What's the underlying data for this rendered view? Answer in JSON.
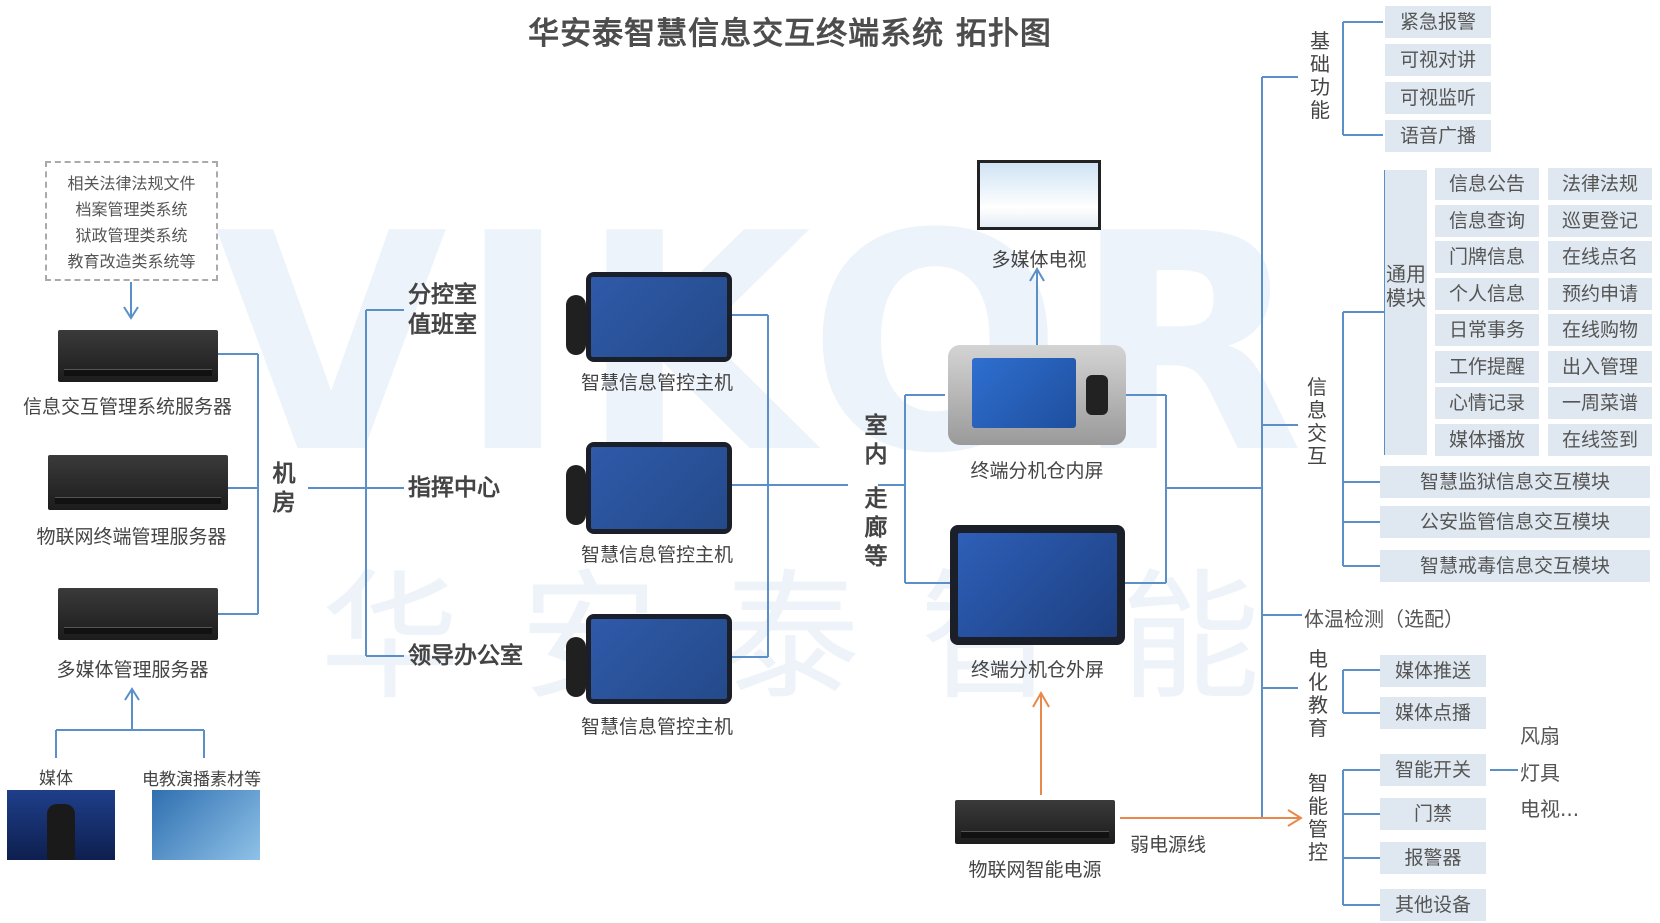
{
  "title": "华安泰智慧信息交互终端系统 拓扑图",
  "watermark": {
    "latin": "VIKOR",
    "chinese": "华安泰智能"
  },
  "external_systems": [
    "相关法律法规文件",
    "档案管理类系统",
    "狱政管理类系统",
    "教育改造类系统等"
  ],
  "servers": [
    "信息交互管理系统服务器",
    "物联网终端管理服务器",
    "多媒体管理服务器"
  ],
  "machine_room": "机房",
  "media": {
    "left": "媒体",
    "right": "电教演播素材等"
  },
  "control_rooms": [
    "分控室\n值班室",
    "指挥中心",
    "领导办公室"
  ],
  "host_label": "智慧信息管控主机",
  "corridor": {
    "top": "室内",
    "bottom": "走廊等"
  },
  "tv_label": "多媒体电视",
  "inner_screen": "终端分机仓内屏",
  "outer_screen": "终端分机仓外屏",
  "power_label": "物联网智能电源",
  "weak_line": "弱电源线",
  "groups": {
    "basic": {
      "label": "基础功能",
      "items": [
        "紧急报警",
        "可视对讲",
        "可视监听",
        "语音广播"
      ]
    },
    "info": {
      "label": "信息交互"
    },
    "general": {
      "label": "通用模块",
      "col1": [
        "信息公告",
        "信息查询",
        "门牌信息",
        "个人信息",
        "日常事务",
        "工作提醒",
        "心情记录",
        "媒体播放"
      ],
      "col2": [
        "法律法规",
        "巡更登记",
        "在线点名",
        "预约申请",
        "在线购物",
        "出入管理",
        "一周菜谱",
        "在线签到"
      ]
    },
    "modules": [
      "智慧监狱信息交互模块",
      "公安监管信息交互模块",
      "智慧戒毒信息交互模块"
    ],
    "temp": "体温检测（选配）",
    "edu": {
      "label": "电化教育",
      "items": [
        "媒体推送",
        "媒体点播"
      ]
    },
    "smart": {
      "label": "智能管控",
      "items": [
        "智能开关",
        "门禁",
        "报警器",
        "其他设备"
      ],
      "extras": [
        "风扇",
        "灯具",
        "电视..."
      ]
    }
  },
  "colors": {
    "line_blue": "#5b8fc8",
    "line_orange": "#e8894b",
    "button_bg": "#dfe8f0"
  }
}
